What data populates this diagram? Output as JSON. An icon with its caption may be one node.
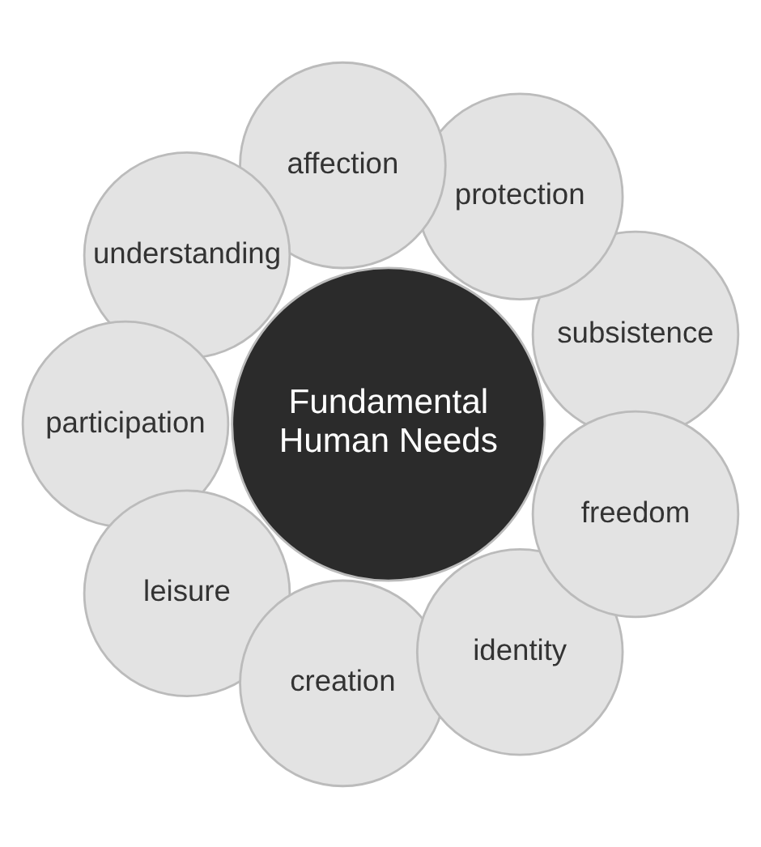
{
  "diagram": {
    "nodes": [
      {
        "text": [
          "Fundamental Human Needs"
        ]
      },
      {
        "text": [
          "subsistence"
        ]
      },
      {
        "text": [
          "protection"
        ]
      },
      {
        "text": [
          "affection"
        ]
      },
      {
        "text": [
          "understanding"
        ]
      },
      {
        "text": [
          "participation"
        ]
      },
      {
        "text": [
          "leisure"
        ]
      },
      {
        "text": [
          "creation"
        ]
      },
      {
        "text": [
          "identity"
        ]
      },
      {
        "text": [
          "freedom"
        ]
      }
    ]
  }
}
